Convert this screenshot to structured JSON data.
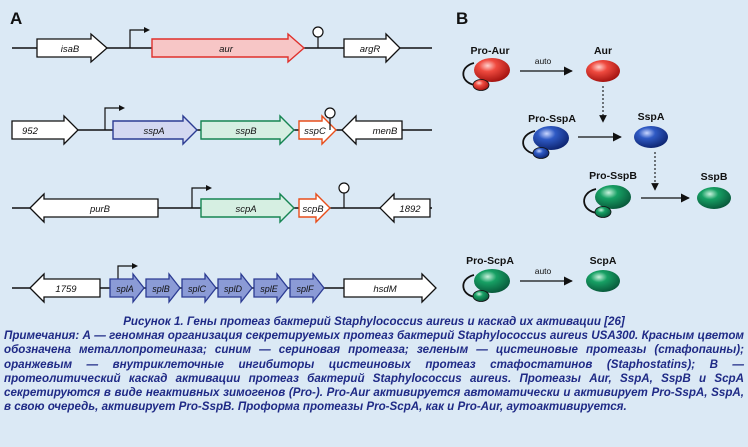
{
  "panel_a": {
    "label": "A",
    "rows": [
      {
        "genes": [
          {
            "label": "isaB",
            "fill": "#ffffff",
            "stroke": "#111111",
            "dir": "right"
          },
          {
            "label": "aur",
            "fill": "#f7c6c6",
            "stroke": "#e0302b",
            "dir": "right"
          },
          {
            "label": "argR",
            "fill": "#ffffff",
            "stroke": "#111111",
            "dir": "right"
          }
        ]
      },
      {
        "genes": [
          {
            "label": "952",
            "fill": "#ffffff",
            "stroke": "#111111",
            "dir": "right"
          },
          {
            "label": "sspA",
            "fill": "#d3d8f1",
            "stroke": "#2c3c93",
            "dir": "right"
          },
          {
            "label": "sspB",
            "fill": "#d6efe2",
            "stroke": "#168552",
            "dir": "right"
          },
          {
            "label": "sspC",
            "fill": "#ffffff",
            "stroke": "#e84e1b",
            "dir": "right"
          },
          {
            "label": "menB",
            "fill": "#ffffff",
            "stroke": "#111111",
            "dir": "left"
          }
        ]
      },
      {
        "genes": [
          {
            "label": "purB",
            "fill": "#ffffff",
            "stroke": "#111111",
            "dir": "left"
          },
          {
            "label": "scpA",
            "fill": "#d6efe2",
            "stroke": "#168552",
            "dir": "right"
          },
          {
            "label": "scpB",
            "fill": "#ffffff",
            "stroke": "#e84e1b",
            "dir": "right"
          },
          {
            "label": "1892",
            "fill": "#ffffff",
            "stroke": "#111111",
            "dir": "left"
          }
        ]
      },
      {
        "genes": [
          {
            "label": "1759",
            "fill": "#ffffff",
            "stroke": "#111111",
            "dir": "left"
          },
          {
            "label": "splA",
            "fill": "#8b9bd6",
            "stroke": "#2c3c93",
            "dir": "right"
          },
          {
            "label": "splB",
            "fill": "#8b9bd6",
            "stroke": "#2c3c93",
            "dir": "right"
          },
          {
            "label": "splC",
            "fill": "#8b9bd6",
            "stroke": "#2c3c93",
            "dir": "right"
          },
          {
            "label": "splD",
            "fill": "#8b9bd6",
            "stroke": "#2c3c93",
            "dir": "right"
          },
          {
            "label": "splE",
            "fill": "#8b9bd6",
            "stroke": "#2c3c93",
            "dir": "right"
          },
          {
            "label": "splF",
            "fill": "#8b9bd6",
            "stroke": "#2c3c93",
            "dir": "right"
          },
          {
            "label": "hsdM",
            "fill": "#ffffff",
            "stroke": "#111111",
            "dir": "right"
          }
        ]
      }
    ]
  },
  "panel_b": {
    "label": "B",
    "labels": {
      "pro_aur": "Pro-Aur",
      "aur": "Aur",
      "pro_sspa": "Pro-SspA",
      "sspa": "SspA",
      "pro_sspb": "Pro-SspB",
      "sspb": "SspB",
      "pro_scpa": "Pro-ScpA",
      "scpa": "ScpA",
      "auto": "auto"
    },
    "colors": {
      "red": "#e02a27",
      "blue": "#1f46a8",
      "green": "#0f8c55"
    }
  },
  "caption": {
    "title": "Рисунок 1. Гены протеаз бактерий Staphylococcus aureus и каскад их активации [26]",
    "body": "Примечания: А — геномная организация секретируемых протеаз бактерий Staphylococcus aureus USA300. Красным цветом обозначена металлопротеиназа; синим — сериновая протеаза; зеленым — цистеиновые протеазы (стафопаины); оранжевым — внутриклеточные ингибиторы цистеиновых протеаз стафостатинов (Staphostatins); В — протеолитический каскад активации протеаз бактерий Staphylococcus aureus. Протеазы Aur, SspA, SspB и ScpA секретируются в виде неактивных зимогенов (Pro-). Pro-Aur активируется автоматически и активирует Pro-SspA, SspA, в свою очередь, активирует Pro-SspB. Проформа протеазы Pro-ScpA, как и Pro-Aur, аутоактивируется."
  }
}
